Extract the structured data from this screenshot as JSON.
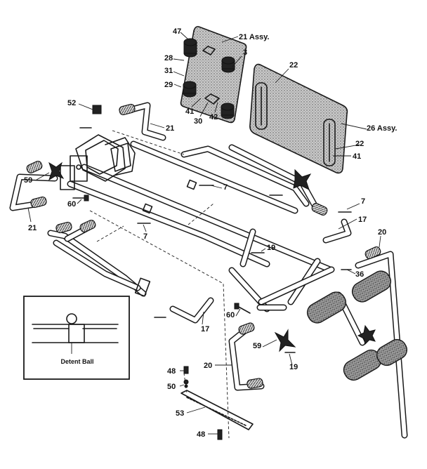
{
  "callouts": {
    "c47": "47",
    "c21assy": "21 Assy.",
    "c28": "28",
    "c3": "3",
    "c31": "31",
    "c29": "29",
    "c41a": "41",
    "c30": "30",
    "c42": "42",
    "c22a": "22",
    "c26assy": "26 Assy.",
    "c22b": "22",
    "c41b": "41",
    "c52": "52",
    "c21a": "21",
    "c7a": "7",
    "c59a": "59",
    "c60a": "60",
    "c21b": "21",
    "c7b": "7",
    "c17a": "17",
    "c7c": "7",
    "c20a": "20",
    "c19a": "19",
    "c36": "36",
    "c60b": "60",
    "c17b": "17",
    "c59b": "59",
    "c19b": "19",
    "c20b": "20",
    "c48a": "48",
    "c50": "50",
    "c53": "53",
    "c48b": "48"
  },
  "inset": {
    "label": "Detent Ball"
  }
}
